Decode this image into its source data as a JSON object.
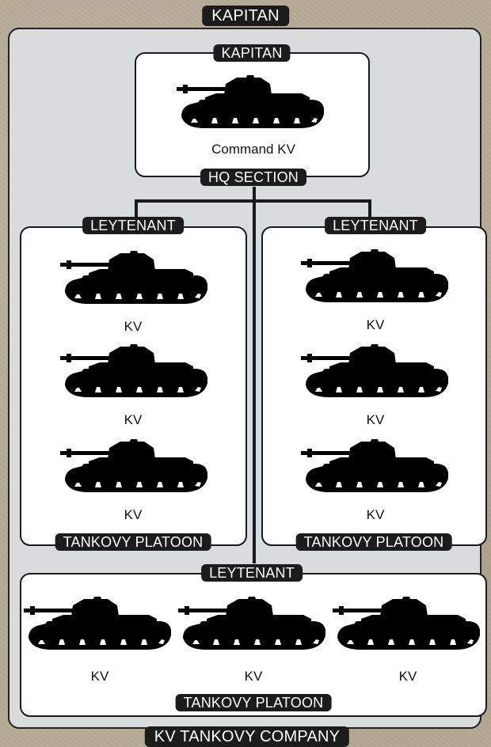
{
  "top_title": "KAPITAN",
  "bottom_title": "KV TANKOVY COMPANY",
  "hq": {
    "rank": "KAPITAN",
    "tank_label": "Command KV",
    "section": "HQ SECTION"
  },
  "platoons": [
    {
      "rank": "LEYTENANT",
      "name": "TANKOVY PLATOON",
      "tanks": [
        "KV",
        "KV",
        "KV"
      ]
    },
    {
      "rank": "LEYTENANT",
      "name": "TANKOVY PLATOON",
      "tanks": [
        "KV",
        "KV",
        "KV"
      ]
    },
    {
      "rank": "LEYTENANT",
      "name": "TANKOVY PLATOON",
      "tanks": [
        "KV",
        "KV",
        "KV"
      ]
    }
  ],
  "icons": {
    "tank": "kv-tank-silhouette-icon"
  },
  "colors": {
    "label_bg": "#1c1c1c",
    "box_bg": "#ffffff",
    "panel_bg": "#d9dcdd"
  }
}
